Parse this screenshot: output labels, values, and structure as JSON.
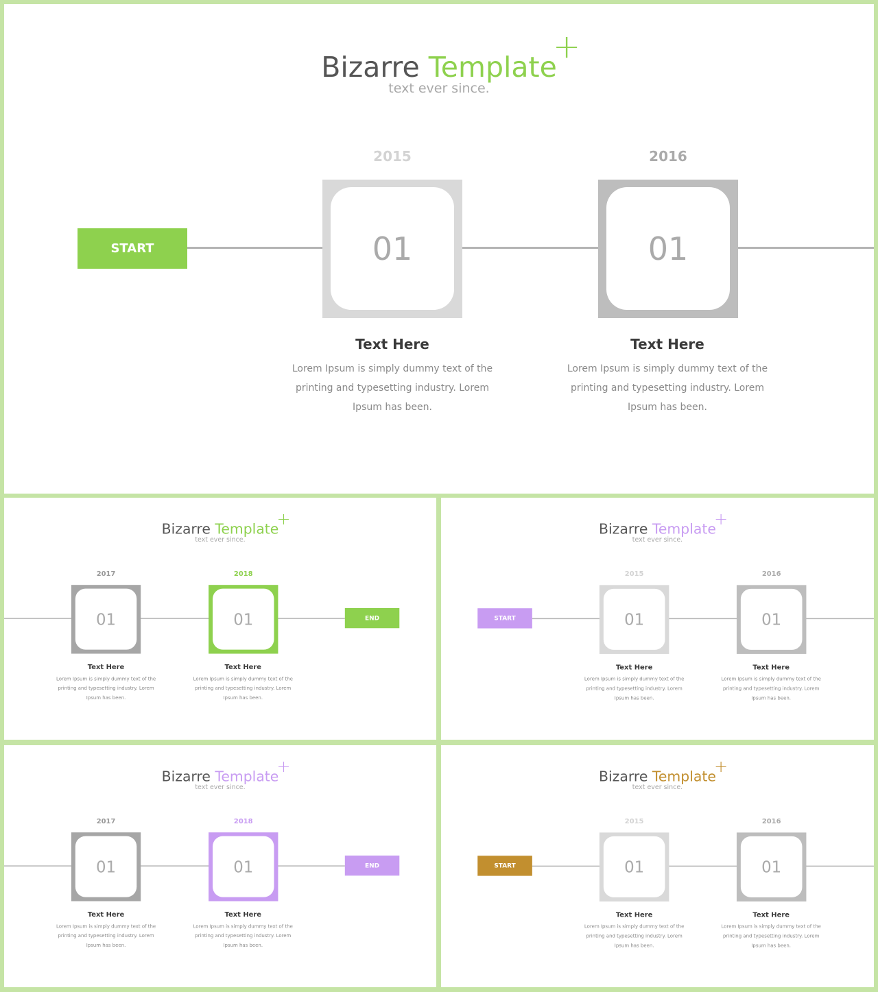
{
  "colors": {
    "green": "#8ed14e",
    "purple": "#c89cf2",
    "gold": "#c28f2f",
    "gray_box_light": "#d9d9d9",
    "gray_box_dark": "#a6a6a6",
    "frame": "#c5e4a5"
  },
  "slides": [
    {
      "title_main": "Bizarre",
      "title_accent": "Template",
      "plus": "+",
      "subtitle": "text ever since.",
      "accent": "green",
      "tag": {
        "label": "START"
      },
      "items": [
        {
          "year": "2015",
          "number": "01",
          "heading": "Text Here",
          "desc": "Lorem Ipsum is simply dummy text of the printing and typesetting industry. Lorem Ipsum has been."
        },
        {
          "year": "2016",
          "number": "01",
          "heading": "Text Here",
          "desc": "Lorem Ipsum is simply dummy text of the printing and typesetting industry. Lorem Ipsum has been."
        }
      ]
    },
    {
      "title_main": "Bizarre",
      "title_accent": "Template",
      "plus": "+",
      "subtitle": "text ever since.",
      "accent": "green",
      "tag": {
        "label": "END"
      },
      "items": [
        {
          "year": "2017",
          "number": "01",
          "heading": "Text Here",
          "desc": "Lorem Ipsum is simply dummy text of the printing and typesetting industry. Lorem Ipsum has been."
        },
        {
          "year": "2018",
          "number": "01",
          "heading": "Text Here",
          "desc": "Lorem Ipsum is simply dummy text of the printing and typesetting industry. Lorem Ipsum has been."
        }
      ]
    },
    {
      "title_main": "Bizarre",
      "title_accent": "Template",
      "plus": "+",
      "subtitle": "text ever since.",
      "accent": "purple",
      "tag": {
        "label": "START"
      },
      "items": [
        {
          "year": "2015",
          "number": "01",
          "heading": "Text Here",
          "desc": "Lorem Ipsum is simply dummy text of the printing and typesetting industry. Lorem Ipsum has been."
        },
        {
          "year": "2016",
          "number": "01",
          "heading": "Text Here",
          "desc": "Lorem Ipsum is simply dummy text of the printing and typesetting industry. Lorem Ipsum has been."
        }
      ]
    },
    {
      "title_main": "Bizarre",
      "title_accent": "Template",
      "plus": "+",
      "subtitle": "text ever since.",
      "accent": "purple",
      "tag": {
        "label": "END"
      },
      "items": [
        {
          "year": "2017",
          "number": "01",
          "heading": "Text Here",
          "desc": "Lorem Ipsum is simply dummy text of the printing and typesetting industry. Lorem Ipsum has been."
        },
        {
          "year": "2018",
          "number": "01",
          "heading": "Text Here",
          "desc": "Lorem Ipsum is simply dummy text of the printing and typesetting industry. Lorem Ipsum has been."
        }
      ]
    },
    {
      "title_main": "Bizarre",
      "title_accent": "Template",
      "plus": "+",
      "subtitle": "text ever since.",
      "accent": "gold",
      "tag": {
        "label": "START"
      },
      "items": [
        {
          "year": "2015",
          "number": "01",
          "heading": "Text Here",
          "desc": "Lorem Ipsum is simply dummy text of the printing and typesetting industry. Lorem Ipsum has been."
        },
        {
          "year": "2016",
          "number": "01",
          "heading": "Text Here",
          "desc": "Lorem Ipsum is simply dummy text of the printing and typesetting industry. Lorem Ipsum has been."
        }
      ]
    }
  ]
}
